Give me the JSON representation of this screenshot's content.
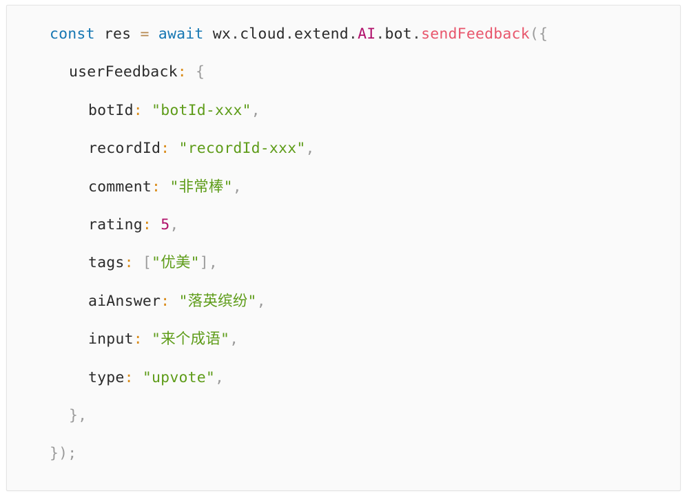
{
  "code_block": {
    "language": "javascript",
    "background_color": "#fafafa",
    "border_color": "#e3e3e3",
    "theme_colors": {
      "keyword": "#1677b3",
      "plain": "#2b2b2b",
      "operator": "#b5884f",
      "constant": "#b0106a",
      "function": "#e8566c",
      "punctuation": "#9b9b9b",
      "colon": "#d98b18",
      "string": "#5e9c19",
      "number": "#b0106a"
    },
    "lines": [
      {
        "indent": 0,
        "tokens": [
          {
            "text": "const",
            "type": "keyword"
          },
          {
            "text": " ",
            "type": "plain"
          },
          {
            "text": "res",
            "type": "plain"
          },
          {
            "text": " ",
            "type": "plain"
          },
          {
            "text": "=",
            "type": "operator"
          },
          {
            "text": " ",
            "type": "plain"
          },
          {
            "text": "await",
            "type": "keyword"
          },
          {
            "text": " ",
            "type": "plain"
          },
          {
            "text": "wx",
            "type": "plain"
          },
          {
            "text": ".",
            "type": "dot"
          },
          {
            "text": "cloud",
            "type": "plain"
          },
          {
            "text": ".",
            "type": "dot"
          },
          {
            "text": "extend",
            "type": "plain"
          },
          {
            "text": ".",
            "type": "dot"
          },
          {
            "text": "AI",
            "type": "constant"
          },
          {
            "text": ".",
            "type": "dot"
          },
          {
            "text": "bot",
            "type": "plain"
          },
          {
            "text": ".",
            "type": "dot"
          },
          {
            "text": "sendFeedback",
            "type": "function"
          },
          {
            "text": "({",
            "type": "punct"
          }
        ]
      },
      {
        "indent": 1,
        "tokens": [
          {
            "text": "userFeedback",
            "type": "property"
          },
          {
            "text": ":",
            "type": "colon"
          },
          {
            "text": " ",
            "type": "plain"
          },
          {
            "text": "{",
            "type": "punct"
          }
        ]
      },
      {
        "indent": 2,
        "tokens": [
          {
            "text": "botId",
            "type": "property"
          },
          {
            "text": ":",
            "type": "colon"
          },
          {
            "text": " ",
            "type": "plain"
          },
          {
            "text": "\"botId-xxx\"",
            "type": "string"
          },
          {
            "text": ",",
            "type": "punct"
          }
        ]
      },
      {
        "indent": 2,
        "tokens": [
          {
            "text": "recordId",
            "type": "property"
          },
          {
            "text": ":",
            "type": "colon"
          },
          {
            "text": " ",
            "type": "plain"
          },
          {
            "text": "\"recordId-xxx\"",
            "type": "string"
          },
          {
            "text": ",",
            "type": "punct"
          }
        ]
      },
      {
        "indent": 2,
        "tokens": [
          {
            "text": "comment",
            "type": "property"
          },
          {
            "text": ":",
            "type": "colon"
          },
          {
            "text": " ",
            "type": "plain"
          },
          {
            "text": "\"非常棒\"",
            "type": "string"
          },
          {
            "text": ",",
            "type": "punct"
          }
        ]
      },
      {
        "indent": 2,
        "tokens": [
          {
            "text": "rating",
            "type": "property"
          },
          {
            "text": ":",
            "type": "colon"
          },
          {
            "text": " ",
            "type": "plain"
          },
          {
            "text": "5",
            "type": "number"
          },
          {
            "text": ",",
            "type": "punct"
          }
        ]
      },
      {
        "indent": 2,
        "tokens": [
          {
            "text": "tags",
            "type": "property"
          },
          {
            "text": ":",
            "type": "colon"
          },
          {
            "text": " ",
            "type": "plain"
          },
          {
            "text": "[",
            "type": "punct"
          },
          {
            "text": "\"优美\"",
            "type": "string"
          },
          {
            "text": "]",
            "type": "punct"
          },
          {
            "text": ",",
            "type": "punct"
          }
        ]
      },
      {
        "indent": 2,
        "tokens": [
          {
            "text": "aiAnswer",
            "type": "property"
          },
          {
            "text": ":",
            "type": "colon"
          },
          {
            "text": " ",
            "type": "plain"
          },
          {
            "text": "\"落英缤纷\"",
            "type": "string"
          },
          {
            "text": ",",
            "type": "punct"
          }
        ]
      },
      {
        "indent": 2,
        "tokens": [
          {
            "text": "input",
            "type": "property"
          },
          {
            "text": ":",
            "type": "colon"
          },
          {
            "text": " ",
            "type": "plain"
          },
          {
            "text": "\"来个成语\"",
            "type": "string"
          },
          {
            "text": ",",
            "type": "punct"
          }
        ]
      },
      {
        "indent": 2,
        "tokens": [
          {
            "text": "type",
            "type": "property"
          },
          {
            "text": ":",
            "type": "colon"
          },
          {
            "text": " ",
            "type": "plain"
          },
          {
            "text": "\"upvote\"",
            "type": "string"
          },
          {
            "text": ",",
            "type": "punct"
          }
        ]
      },
      {
        "indent": 1,
        "tokens": [
          {
            "text": "},",
            "type": "punct"
          }
        ]
      },
      {
        "indent": 0,
        "tokens": [
          {
            "text": "});",
            "type": "punct"
          }
        ]
      }
    ]
  }
}
